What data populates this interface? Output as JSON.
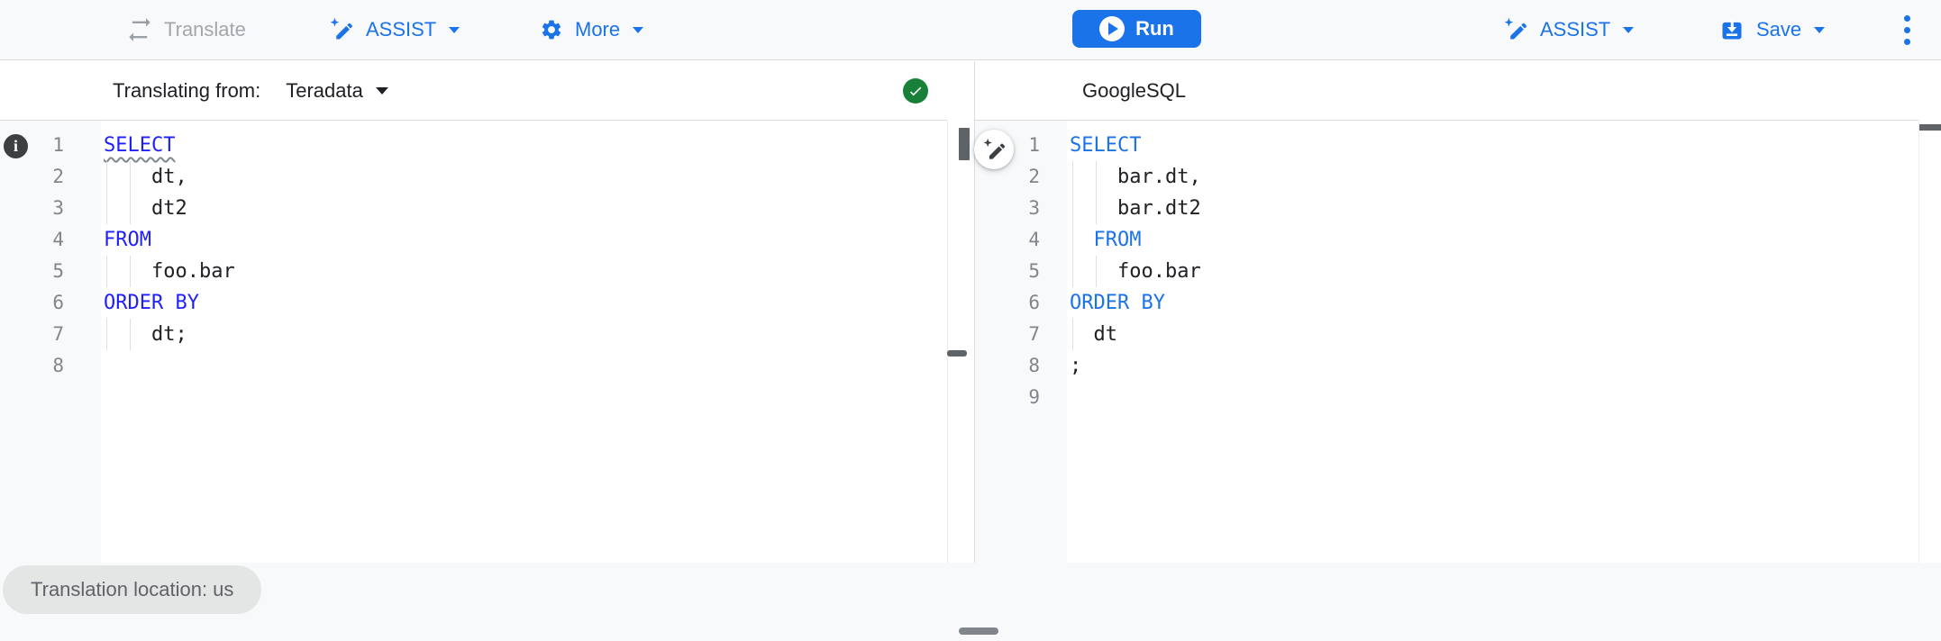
{
  "toolbar": {
    "translate_label": "Translate",
    "assist_label": "ASSIST",
    "more_label": "More",
    "run_label": "Run",
    "assist_right_label": "ASSIST",
    "save_label": "Save"
  },
  "source_panel": {
    "header_prefix": "Translating from:",
    "dialect": "Teradata",
    "lines": [
      {
        "num": 1,
        "indent": 0,
        "text": "SELECT",
        "kw": true,
        "squiggle": true
      },
      {
        "num": 2,
        "indent": 4,
        "text": "dt,",
        "kw": false
      },
      {
        "num": 3,
        "indent": 4,
        "text": "dt2",
        "kw": false
      },
      {
        "num": 4,
        "indent": 0,
        "text": "FROM",
        "kw": true
      },
      {
        "num": 5,
        "indent": 4,
        "text": "foo.bar",
        "kw": false
      },
      {
        "num": 6,
        "indent": 0,
        "text": "ORDER BY",
        "kw": true
      },
      {
        "num": 7,
        "indent": 4,
        "text": "dt;",
        "kw": false
      },
      {
        "num": 8,
        "indent": 0,
        "text": "",
        "kw": false
      }
    ]
  },
  "target_panel": {
    "header_title": "GoogleSQL",
    "lines": [
      {
        "num": 1,
        "indent": 0,
        "text": "SELECT",
        "kw": true
      },
      {
        "num": 2,
        "indent": 4,
        "text": "bar.dt,",
        "kw": false
      },
      {
        "num": 3,
        "indent": 4,
        "text": "bar.dt2",
        "kw": false
      },
      {
        "num": 4,
        "indent": 2,
        "text": "FROM",
        "kw": true
      },
      {
        "num": 5,
        "indent": 4,
        "text": "foo.bar",
        "kw": false
      },
      {
        "num": 6,
        "indent": 0,
        "text": "ORDER BY",
        "kw": true
      },
      {
        "num": 7,
        "indent": 2,
        "text": "dt",
        "kw": false
      },
      {
        "num": 8,
        "indent": 0,
        "text": ";",
        "kw": false
      },
      {
        "num": 9,
        "indent": 0,
        "text": "",
        "kw": false
      }
    ]
  },
  "status_bar": {
    "location_chip": "Translation location: us"
  },
  "icons": {
    "translate": "swap-horizontal-arrows",
    "assist": "pen-sparkle",
    "more": "gear",
    "run": "play-circle",
    "save": "save-arrow-tray",
    "overflow": "kebab-vertical-dots",
    "source_status": "check-circle",
    "source_line1": "info-circle",
    "target_inline": "pen-sparkle",
    "info_glyph": "i"
  },
  "colors": {
    "accent": "#1a73e8",
    "run_button": "#1a73e8",
    "source_keyword": "#1f1fff",
    "target_keyword": "#1a73e8",
    "ok_green": "#188038",
    "toolbar_bg": "#f8f9fa",
    "chip_bg": "#e4e6e6",
    "chip_text": "#5f6368",
    "code_text": "#202124",
    "line_number": "#80868b",
    "disabled_text": "#a3a7ac"
  }
}
